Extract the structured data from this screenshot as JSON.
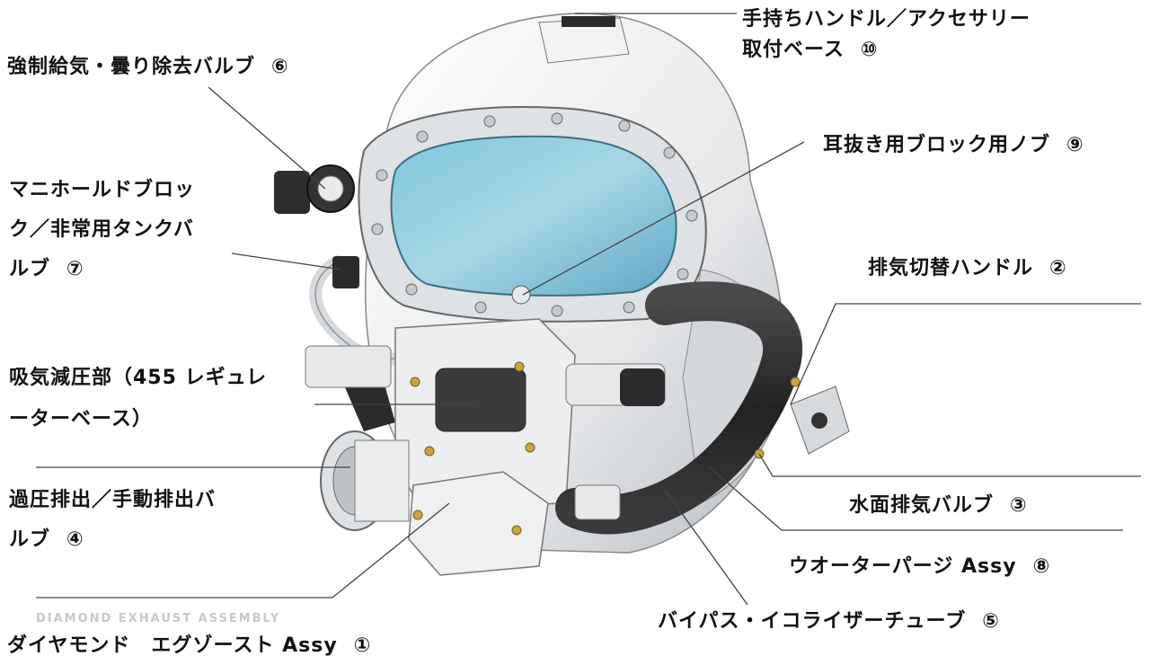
{
  "callouts": [
    {
      "id": "diamond-exhaust",
      "text": "ダイヤモンド　エグゾースト Assy",
      "num": "①"
    },
    {
      "id": "exhaust-switch",
      "text": "排気切替ハンドル",
      "num": "②"
    },
    {
      "id": "surface-exhaust",
      "text": "水面排気バルブ",
      "num": "③"
    },
    {
      "id": "overpressure",
      "lines": [
        "過圧排出／手動排出バ",
        "ルブ"
      ],
      "num": "④"
    },
    {
      "id": "bypass-tube",
      "text": "バイパス・イコライザーチューブ",
      "num": "⑤"
    },
    {
      "id": "defog-valve",
      "text": "強制給気・曇り除去バルブ",
      "num": "⑥"
    },
    {
      "id": "manifold",
      "lines": [
        "マニホールドブロッ",
        "ク／非常用タンクバ",
        "ルブ"
      ],
      "num": "⑦"
    },
    {
      "id": "water-purge",
      "text": "ウオーターパージ Assy",
      "num": "⑧"
    },
    {
      "id": "nose-block",
      "text": "耳抜き用ブロック用ノブ",
      "num": "⑨"
    },
    {
      "id": "handle",
      "lines": [
        "手持ちハンドル／アクセサリー",
        "取付ベース"
      ],
      "num": "⑩"
    },
    {
      "id": "regulator",
      "lines": [
        "吸気減圧部（455 レギュレ",
        "ーターベース）"
      ]
    }
  ],
  "overlay_text": "DIAMOND EXHAUST ASSEMBLY",
  "colors": {
    "shell": "#e9ebec",
    "glass": "#9fd2e3",
    "rubber": "#2b2b2c",
    "brass": "#caa53f",
    "line": "#333333"
  }
}
